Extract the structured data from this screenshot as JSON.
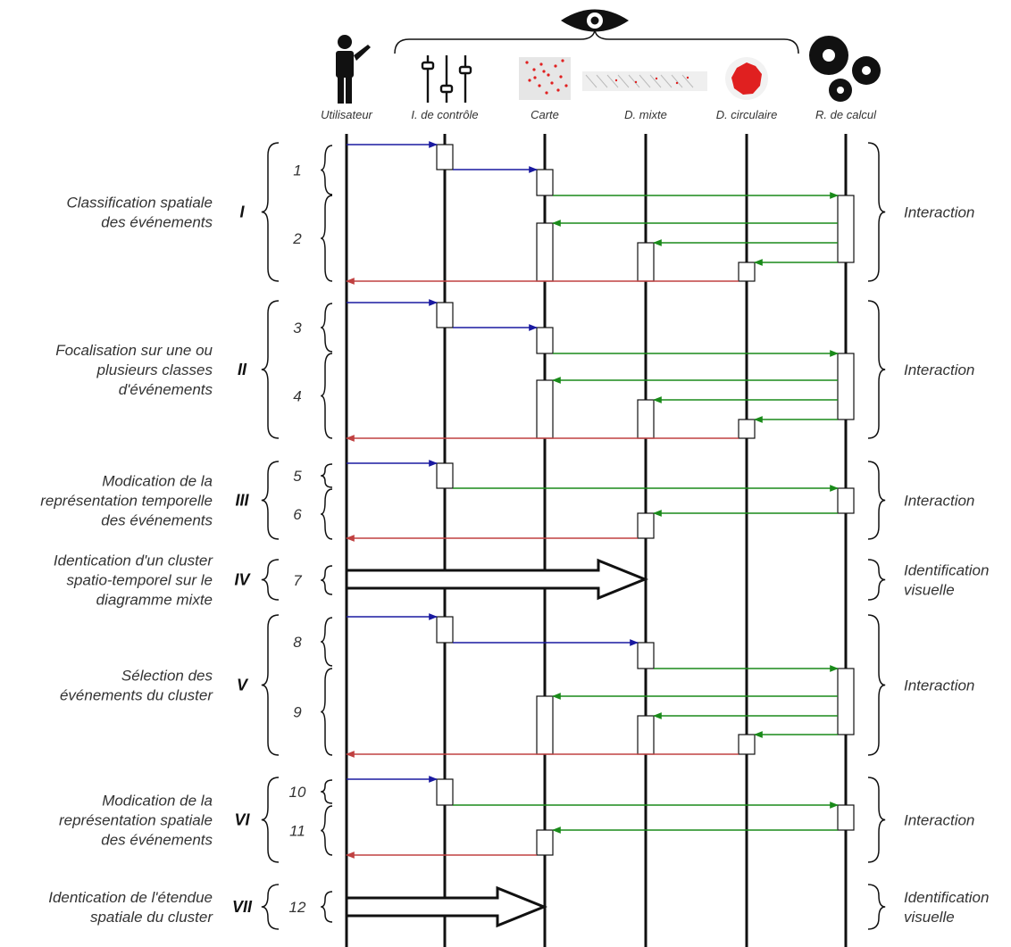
{
  "actors": [
    {
      "id": "user",
      "label": "Utilisateur",
      "icon": "user-icon"
    },
    {
      "id": "ctrl",
      "label": "I. de contrôle",
      "icon": "sliders-icon"
    },
    {
      "id": "map",
      "label": "Carte",
      "icon": "map-thumbnail-icon"
    },
    {
      "id": "mixed",
      "label": "D. mixte",
      "icon": "mixed-diagram-thumbnail-icon"
    },
    {
      "id": "circ",
      "label": "D. circulaire",
      "icon": "circular-diagram-thumbnail-icon"
    },
    {
      "id": "calc",
      "label": "R. de calcul",
      "icon": "gears-icon"
    }
  ],
  "header_icons": {
    "visual_group": "eye-icon"
  },
  "colors": {
    "request": "#1a1aa0",
    "compute": "#1a8a1a",
    "return": "#c04040",
    "line": "#111111"
  },
  "phases": [
    {
      "roman": "I",
      "description": [
        "Classification spatiale",
        "des événements"
      ],
      "side": [
        "Interaction"
      ],
      "steps": [
        {
          "n": "1"
        },
        {
          "n": "2"
        }
      ]
    },
    {
      "roman": "II",
      "description": [
        "Focalisation sur une ou",
        "plusieurs classes",
        "d'événements"
      ],
      "side": [
        "Interaction"
      ],
      "steps": [
        {
          "n": "3"
        },
        {
          "n": "4"
        }
      ]
    },
    {
      "roman": "III",
      "description": [
        "Modication de la",
        "représentation temporelle",
        "des événements"
      ],
      "side": [
        "Interaction"
      ],
      "steps": [
        {
          "n": "5"
        },
        {
          "n": "6"
        }
      ]
    },
    {
      "roman": "IV",
      "description": [
        "Identication d'un cluster",
        "spatio-temporel sur le",
        "diagramme mixte"
      ],
      "side": [
        "Identification",
        "visuelle"
      ],
      "steps": [
        {
          "n": "7"
        }
      ]
    },
    {
      "roman": "V",
      "description": [
        "Sélection des",
        "événements du cluster"
      ],
      "side": [
        "Interaction"
      ],
      "steps": [
        {
          "n": "8"
        },
        {
          "n": "9"
        }
      ]
    },
    {
      "roman": "VI",
      "description": [
        "Modication de la",
        "représentation spatiale",
        "des événements"
      ],
      "side": [
        "Interaction"
      ],
      "steps": [
        {
          "n": "10"
        },
        {
          "n": "11"
        }
      ]
    },
    {
      "roman": "VII",
      "description": [
        "Identication de l'étendue",
        "spatiale du cluster"
      ],
      "side": [
        "Identification",
        "visuelle"
      ],
      "steps": [
        {
          "n": "12"
        }
      ]
    }
  ]
}
